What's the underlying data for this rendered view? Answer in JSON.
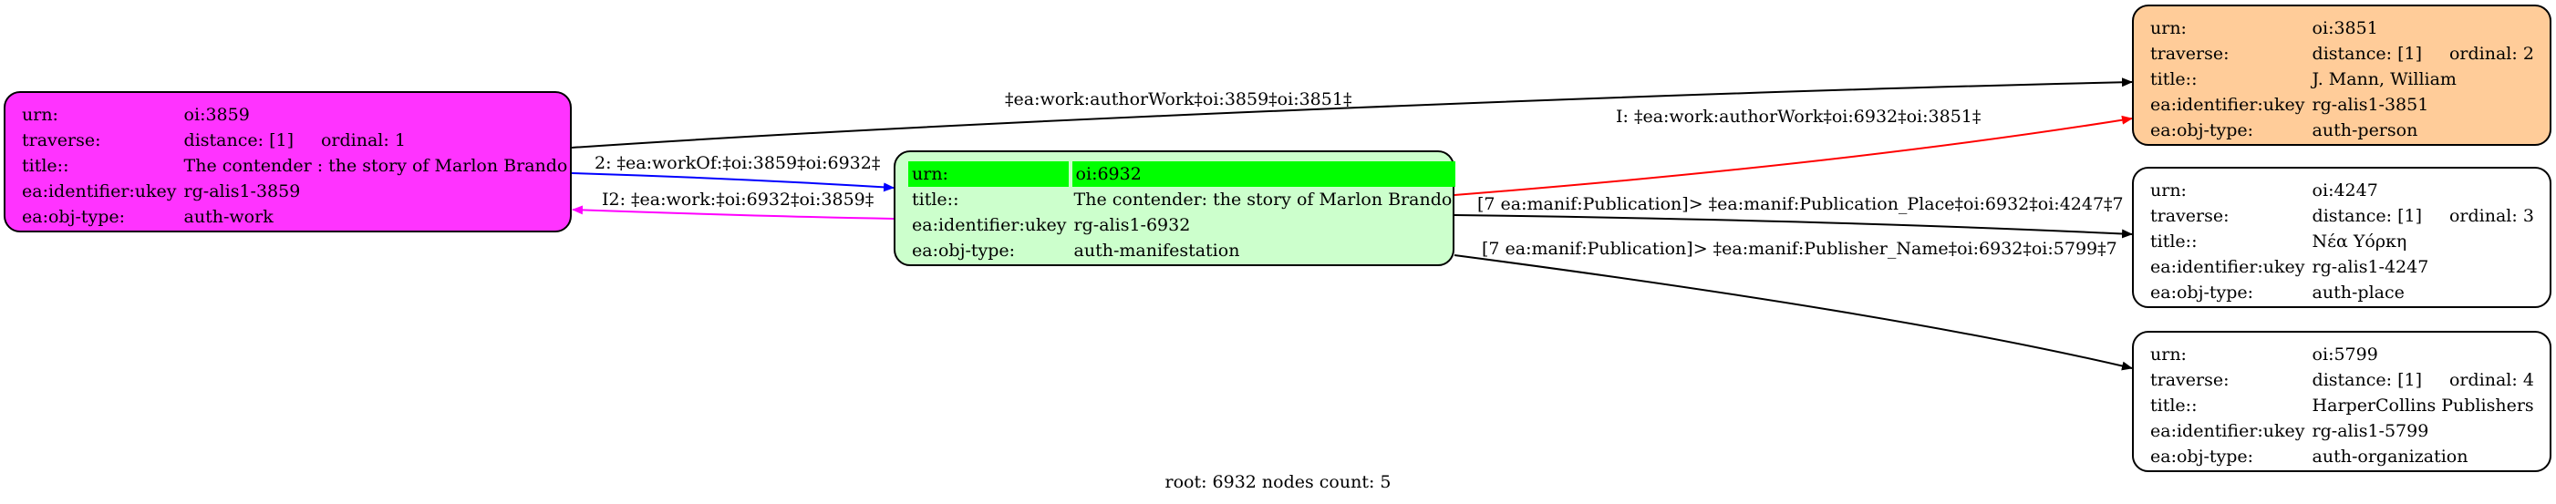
{
  "nodes": [
    {
      "id": "n3859",
      "color": "#ff33ff",
      "rows": [
        {
          "key": "urn:",
          "value": "oi:3859"
        },
        {
          "key": "traverse:",
          "value": "distance: [1]",
          "extra": "ordinal: 1"
        },
        {
          "key": "title::",
          "value": "The contender : the story of Marlon Brando"
        },
        {
          "key": "ea:identifier:ukey",
          "value": "rg-alis1-3859"
        },
        {
          "key": "ea:obj-type:",
          "value": "auth-work"
        }
      ]
    },
    {
      "id": "n6932",
      "color": "#ccffcc",
      "highlight_color": "#00ff00",
      "rows": [
        {
          "key": "urn:",
          "value": "oi:6932"
        },
        {
          "key": "title::",
          "value": "The contender: the story of Marlon Brando"
        },
        {
          "key": "ea:identifier:ukey",
          "value": "rg-alis1-6932"
        },
        {
          "key": "ea:obj-type:",
          "value": "auth-manifestation"
        }
      ]
    },
    {
      "id": "n3851",
      "color": "#ffcc99",
      "rows": [
        {
          "key": "urn:",
          "value": "oi:3851"
        },
        {
          "key": "traverse:",
          "value": "distance: [1]",
          "extra": "ordinal: 2"
        },
        {
          "key": "title::",
          "value": "J. Mann, William"
        },
        {
          "key": "ea:identifier:ukey",
          "value": "rg-alis1-3851"
        },
        {
          "key": "ea:obj-type:",
          "value": "auth-person"
        }
      ]
    },
    {
      "id": "n4247",
      "color": "#ffffff",
      "rows": [
        {
          "key": "urn:",
          "value": "oi:4247"
        },
        {
          "key": "traverse:",
          "value": "distance: [1]",
          "extra": "ordinal: 3"
        },
        {
          "key": "title::",
          "value": "Νέα Υόρκη"
        },
        {
          "key": "ea:identifier:ukey",
          "value": "rg-alis1-4247"
        },
        {
          "key": "ea:obj-type:",
          "value": "auth-place"
        }
      ]
    },
    {
      "id": "n5799",
      "color": "#ffffff",
      "rows": [
        {
          "key": "urn:",
          "value": "oi:5799"
        },
        {
          "key": "traverse:",
          "value": "distance: [1]",
          "extra": "ordinal: 4"
        },
        {
          "key": "title::",
          "value": "HarperCollins Publishers"
        },
        {
          "key": "ea:identifier:ukey",
          "value": "rg-alis1-5799"
        },
        {
          "key": "ea:obj-type:",
          "value": "auth-organization"
        }
      ]
    }
  ],
  "edges": [
    {
      "from": "n3859",
      "to": "n3851",
      "label": "‡ea:work:authorWork‡oi:3859‡oi:3851‡",
      "color": "#000000"
    },
    {
      "from": "n6932",
      "to": "n3851",
      "label": "I: ‡ea:work:authorWork‡oi:6932‡oi:3851‡",
      "color": "#ff0000"
    },
    {
      "from": "n3859",
      "to": "n6932",
      "label": "2: ‡ea:workOf:‡oi:3859‡oi:6932‡",
      "color": "#0000ff"
    },
    {
      "from": "n6932",
      "to": "n3859",
      "label": "I2: ‡ea:work:‡oi:6932‡oi:3859‡",
      "color": "#ff00ff"
    },
    {
      "from": "n6932",
      "to": "n4247",
      "label": "[7 ea:manif:Publication]> ‡ea:manif:Publication_Place‡oi:6932‡oi:4247‡7",
      "color": "#000000"
    },
    {
      "from": "n6932",
      "to": "n5799",
      "label": "[7 ea:manif:Publication]> ‡ea:manif:Publisher_Name‡oi:6932‡oi:5799‡7",
      "color": "#000000"
    }
  ],
  "caption": "root: 6932 nodes count: 5"
}
